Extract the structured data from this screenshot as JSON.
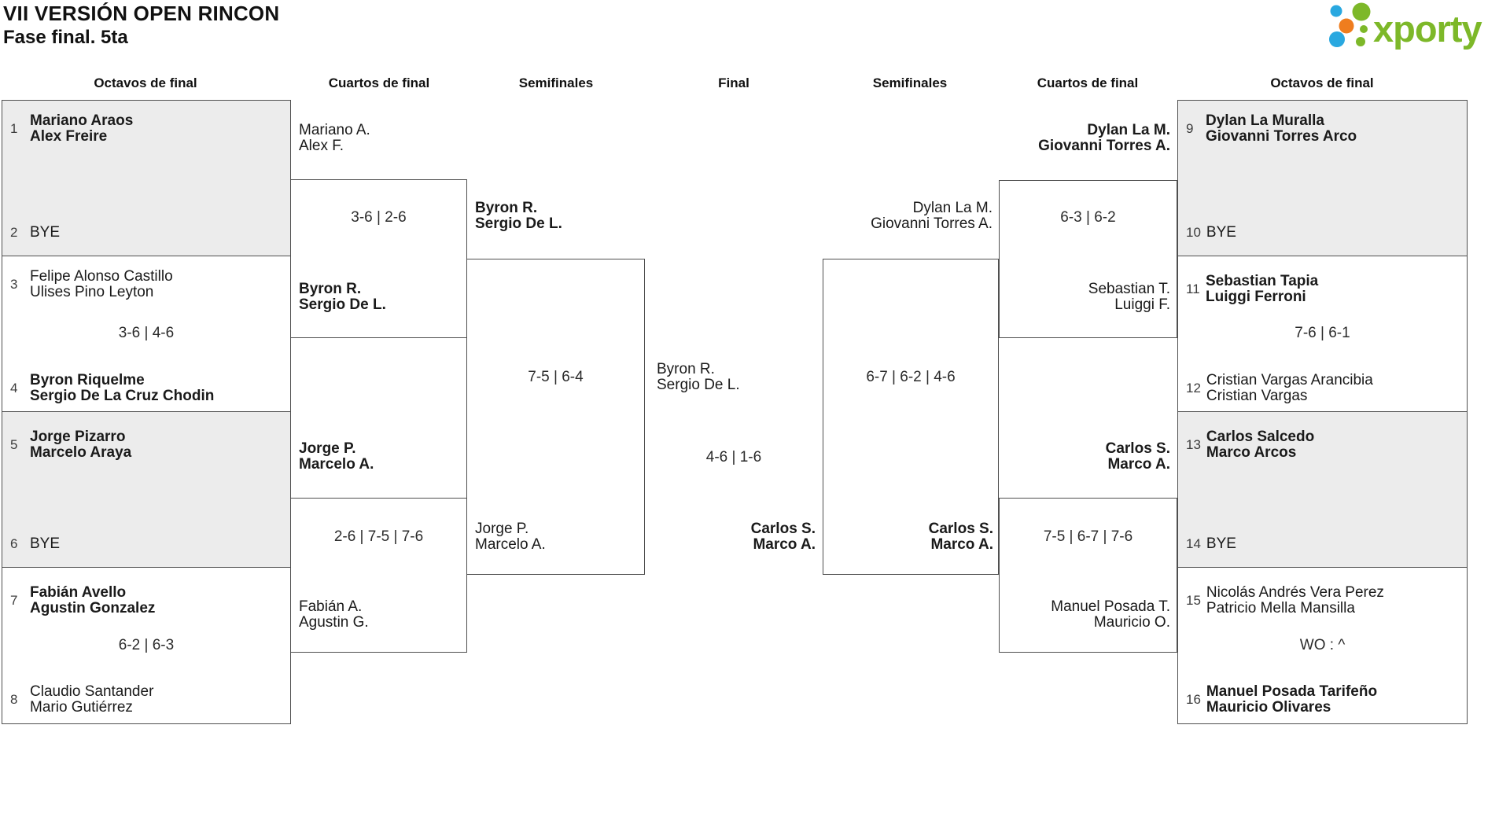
{
  "title": "VII VERSIÓN OPEN RINCON",
  "subtitle": "Fase final. 5ta",
  "logo": {
    "brand": "xporty",
    "green": "#7db829",
    "blue": "#29a8e0",
    "orange": "#ef7d1e"
  },
  "round_headers": [
    "Octavos de final",
    "Cuartos de final",
    "Semifinales",
    "Final",
    "Semifinales",
    "Cuartos de final",
    "Octavos de final"
  ],
  "slots": [
    {
      "seed": "1",
      "line1": "Mariano Araos",
      "line2": "Alex Freire"
    },
    {
      "seed": "2",
      "line1": "BYE",
      "line2": ""
    },
    {
      "seed": "3",
      "line1": "Felipe Alonso Castillo",
      "line2": "Ulises Pino Leyton"
    },
    {
      "seed": "4",
      "line1": "Byron Riquelme",
      "line2": "Sergio De La Cruz Chodin"
    },
    {
      "seed": "5",
      "line1": "Jorge Pizarro",
      "line2": "Marcelo Araya"
    },
    {
      "seed": "6",
      "line1": "BYE",
      "line2": ""
    },
    {
      "seed": "7",
      "line1": "Fabián Avello",
      "line2": "Agustin Gonzalez"
    },
    {
      "seed": "8",
      "line1": "Claudio Santander",
      "line2": "Mario Gutiérrez"
    },
    {
      "seed": "9",
      "line1": "Dylan La Muralla",
      "line2": "Giovanni Torres Arco"
    },
    {
      "seed": "10",
      "line1": "BYE",
      "line2": ""
    },
    {
      "seed": "11",
      "line1": "Sebastian Tapia",
      "line2": "Luiggi Ferroni"
    },
    {
      "seed": "12",
      "line1": "Cristian Vargas Arancibia",
      "line2": "Cristian Vargas"
    },
    {
      "seed": "13",
      "line1": "Carlos Salcedo",
      "line2": "Marco Arcos"
    },
    {
      "seed": "14",
      "line1": "BYE",
      "line2": ""
    },
    {
      "seed": "15",
      "line1": "Nicolás Andrés Vera Perez",
      "line2": "Patricio Mella Mansilla"
    },
    {
      "seed": "16",
      "line1": "Manuel Posada Tarifeño",
      "line2": "Mauricio Olivares"
    }
  ],
  "octavos_scores": {
    "left_m2": "3-6 | 4-6",
    "left_m4": "6-2 | 6-3",
    "right_m2": "7-6 | 6-1",
    "right_m4": "WO : ^"
  },
  "quarters": {
    "left_a": {
      "top": {
        "line1": "Mariano A.",
        "line2": "Alex F."
      },
      "score": "3-6 | 2-6",
      "bottom": {
        "line1": "Byron R.",
        "line2": "Sergio De L."
      }
    },
    "left_b": {
      "top": {
        "line1": "Jorge P.",
        "line2": "Marcelo A."
      },
      "score": "2-6 | 7-5 | 7-6",
      "bottom": {
        "line1": "Fabián A.",
        "line2": "Agustin G."
      }
    },
    "right_a": {
      "top": {
        "line1": "Dylan La M.",
        "line2": "Giovanni Torres A."
      },
      "score": "6-3 | 6-2",
      "bottom": {
        "line1": "Sebastian T.",
        "line2": "Luiggi F."
      }
    },
    "right_b": {
      "top": {
        "line1": "Carlos S.",
        "line2": "Marco A."
      },
      "score": "7-5 | 6-7 | 7-6",
      "bottom": {
        "line1": "Manuel Posada T.",
        "line2": "Mauricio O."
      }
    }
  },
  "semis": {
    "left": {
      "top": {
        "line1": "Byron R.",
        "line2": "Sergio De L."
      },
      "score": "7-5 | 6-4",
      "bottom": {
        "line1": "Jorge P.",
        "line2": "Marcelo A."
      }
    },
    "right": {
      "top": {
        "line1": "Dylan La M.",
        "line2": "Giovanni Torres A."
      },
      "score": "6-7 | 6-2 | 4-6",
      "bottom": {
        "line1": "Carlos S.",
        "line2": "Marco A."
      }
    }
  },
  "final": {
    "top": {
      "line1": "Byron R.",
      "line2": "Sergio De L."
    },
    "score": "4-6 | 1-6",
    "bottom": {
      "line1": "Carlos S.",
      "line2": "Marco A."
    }
  }
}
